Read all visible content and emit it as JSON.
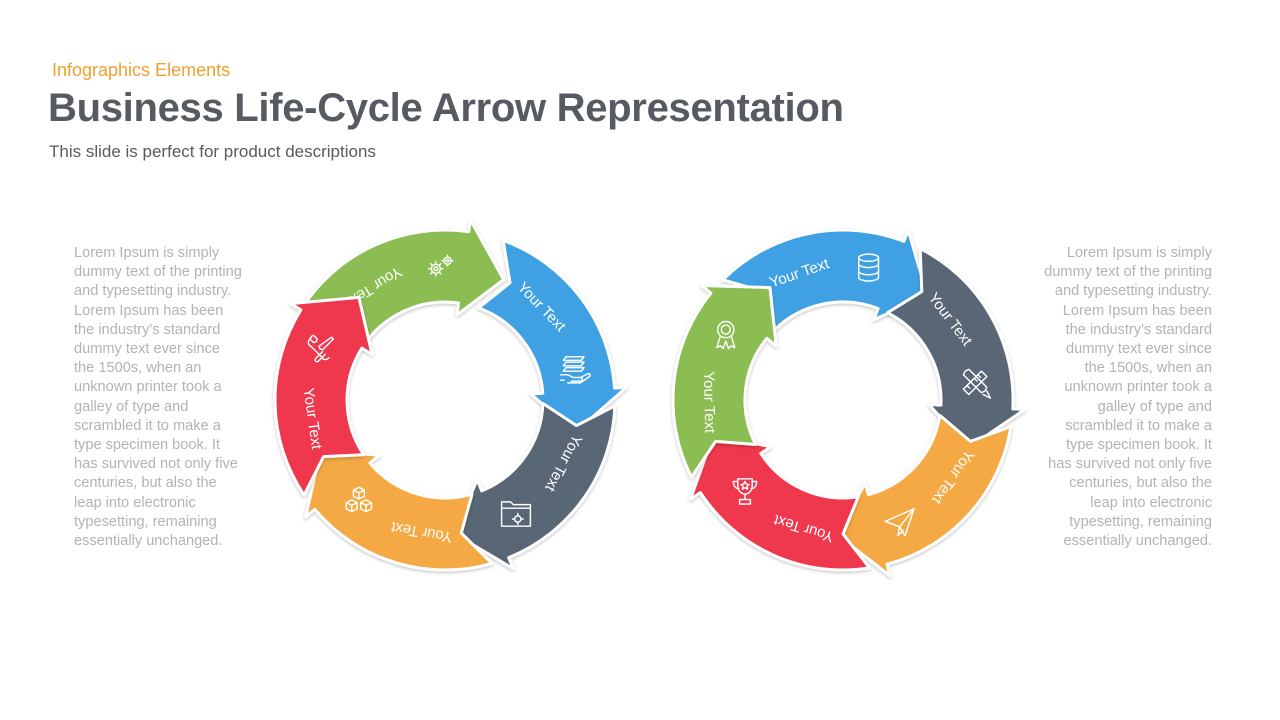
{
  "header": {
    "kicker": "Infographics  Elements",
    "title": "Business Life-Cycle Arrow Representation",
    "subtitle": "This slide is perfect for product descriptions"
  },
  "left_text": "Lorem Ipsum  is simply dummy text of the printing and typesetting industry.  Lorem Ipsum has been the industry's standard dummy text ever since the 1500s, when an unknown printer took a galley of type and scrambled it to make a type specimen book. It has survived  not only five centuries, but also the leap into electronic typesetting, remaining essentially unchanged.",
  "right_text": "Lorem Ipsum  is simply dummy text of the printing and typesetting industry.  Lorem Ipsum has been the industry's standard dummy text ever since the 1500s, when an unknown printer took a galley of type and scrambled it to make a type specimen book. It has survived  not only five centuries, but also the leap into electronic typesetting, remaining essentially unchanged.",
  "colors": {
    "green": "#8cbd52",
    "blue": "#3fa0e4",
    "slate": "#586674",
    "orange": "#f5a945",
    "red": "#ef394e"
  },
  "cycles": [
    {
      "name": "cycle-left",
      "segments": [
        {
          "label": "Your Text",
          "color": "#8cbd52",
          "icon": "gears-icon"
        },
        {
          "label": "Your Text",
          "color": "#3fa0e4",
          "icon": "hand-layers-icon"
        },
        {
          "label": "Your Text",
          "color": "#586674",
          "icon": "folder-gear-icon"
        },
        {
          "label": "Your Text",
          "color": "#f5a945",
          "icon": "cubes-icon"
        },
        {
          "label": "Your Text",
          "color": "#ef394e",
          "icon": "tools-icon"
        }
      ]
    },
    {
      "name": "cycle-right",
      "segments": [
        {
          "label": "Your Text",
          "color": "#3fa0e4",
          "icon": "database-icon"
        },
        {
          "label": "Your Text",
          "color": "#586674",
          "icon": "pencil-ruler-icon"
        },
        {
          "label": "Your Text",
          "color": "#f5a945",
          "icon": "paper-plane-icon"
        },
        {
          "label": "Your Text",
          "color": "#ef394e",
          "icon": "trophy-icon"
        },
        {
          "label": "Your Text",
          "color": "#8cbd52",
          "icon": "award-badge-icon"
        }
      ]
    }
  ]
}
